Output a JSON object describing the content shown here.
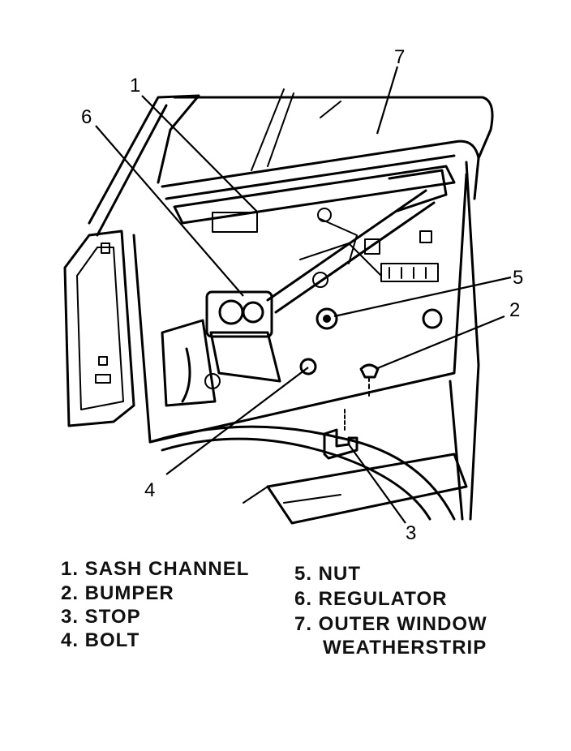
{
  "callouts": {
    "c1": "1",
    "c2": "2",
    "c3": "3",
    "c4": "4",
    "c5": "5",
    "c6": "6",
    "c7": "7"
  },
  "legend": {
    "item1": "1. SASH CHANNEL",
    "item2": "2. BUMPER",
    "item3": "3. STOP",
    "item4": "4. BOLT",
    "item5": "5. NUT",
    "item6": "6. REGULATOR",
    "item7_line1": "7. OUTER WINDOW",
    "item7_line2": "WEATHERSTRIP"
  }
}
